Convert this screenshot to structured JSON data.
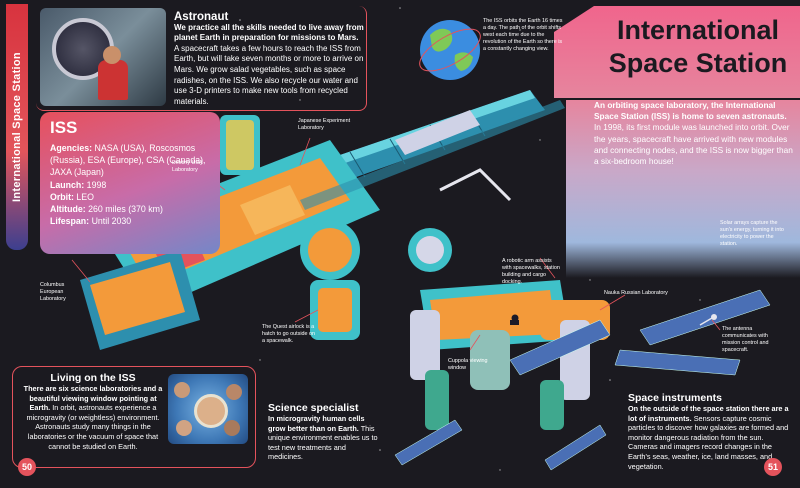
{
  "side_label": "International Space Station",
  "astronaut": {
    "heading": "Astronaut",
    "lead": "We practice all the skills needed to live away from planet Earth in preparation for missions to Mars.",
    "body": "A spacecraft takes a few hours to reach the ISS from Earth, but will take seven months or more to arrive on Mars. We grow salad vegetables, such as space radishes, on the ISS. We also recycle our water and use 3-D printers to make new tools from recycled materials."
  },
  "iss_facts": {
    "title": "ISS",
    "rows": [
      {
        "label": "Agencies:",
        "value": "NASA (USA), Roscosmos (Russia), ESA (Europe), CSA (Canada), JAXA (Japan)"
      },
      {
        "label": "Launch:",
        "value": "1998"
      },
      {
        "label": "Orbit:",
        "value": "LEO"
      },
      {
        "label": "Altitude:",
        "value": "260 miles (370 km)"
      },
      {
        "label": "Lifespan:",
        "value": "Until 2030"
      }
    ]
  },
  "title": {
    "line1": "International",
    "line2": "Space Station"
  },
  "intro": {
    "lead": "An orbiting space laboratory, the International Space Station (ISS) is home to seven astronauts.",
    "body": "In 1998, its first module was launched into orbit. Over the years, spacecraft have arrived with new modules and connecting nodes, and the ISS is now bigger than a six-bedroom house!"
  },
  "callouts": {
    "orbit": "The ISS orbits the Earth 16 times a day. The path of the orbit shifts west each time due to the revolution of the Earth so there is a constantly changing view.",
    "japanese_lab": "Japanese Experiment Laboratory",
    "destiny_lab": "Destiny USA Laboratory",
    "columbus_lab": "Columbus European Laboratory",
    "robotic_arm": "A robotic arm assists with spacewalks, station building and cargo docking.",
    "solar_arrays": "Solar arrays capture the sun's energy, turning it into electricity to power the station.",
    "nauka_lab": "Nauka Russian Laboratory",
    "antenna": "The antenna communicates with mission control and spacecraft.",
    "quest_airlock": "The Quest airlock is a hatch to go outside on a spacewalk.",
    "cupola": "Cuppola viewing window"
  },
  "living": {
    "heading": "Living on the ISS",
    "lead": "There are six science laboratories and a beautiful viewing window pointing at Earth.",
    "body": "In orbit, astronauts experience a microgravity (or weightless) environment. Astronauts study many things in the laboratories or the vacuum of space that cannot be studied on Earth."
  },
  "science": {
    "heading": "Science specialist",
    "lead": "In microgravity human cells grow better than on Earth.",
    "body": "This unique environment enables us to test new treatments and medicines."
  },
  "instruments": {
    "heading": "Space instruments",
    "lead": "On the outside of the space station there are a lot of instruments.",
    "body": "Sensors capture cosmic particles to discover how galaxies are formed and monitor dangerous radiation from the sun. Cameras and imagers record changes in the Earth's seas, weather, ice, land masses, and vegetation."
  },
  "page_left": "50",
  "page_right": "51",
  "colors": {
    "background": "#1b1a20",
    "accent_red": "#e4535c",
    "accent_pink": "#f0658c",
    "module_teal": "#3fc1c9",
    "module_orange": "#f39a3a",
    "solar_blue": "#4a6fb5"
  }
}
